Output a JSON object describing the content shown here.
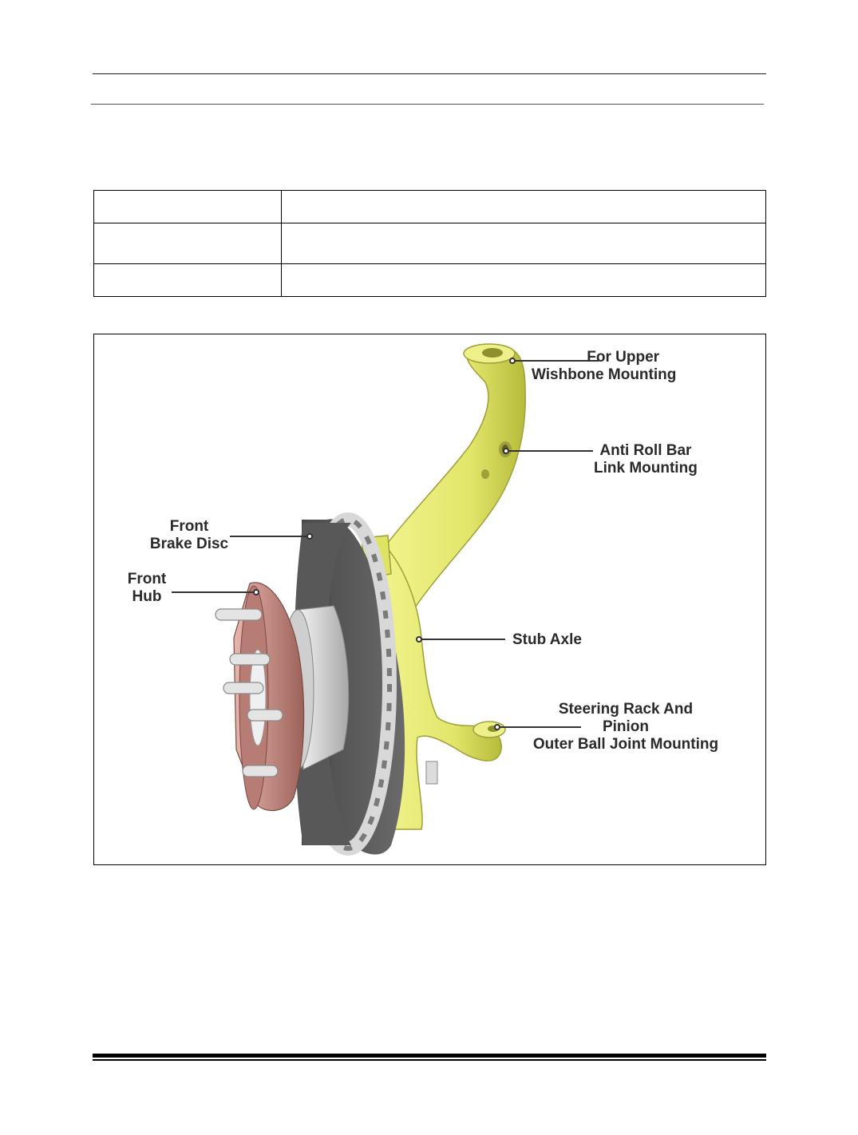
{
  "figure": {
    "labels": {
      "upper_wishbone": [
        "For Upper",
        "Wishbone Mounting"
      ],
      "anti_roll_bar": [
        "Anti Roll Bar",
        "Link Mounting"
      ],
      "brake_disc": [
        "Front",
        "Brake Disc"
      ],
      "hub": [
        "Front",
        "Hub"
      ],
      "stub_axle": "Stub Axle",
      "steering_rack": [
        "Steering Rack And",
        "Pinion",
        "Outer Ball Joint Mounting"
      ]
    },
    "colors": {
      "knuckle": "#e6ea6e",
      "knuckle_shadow": "#b9bd3e",
      "disc_face": "#555555",
      "disc_edge": "#d8d8d8",
      "hub": "#c9928a",
      "hub_dark": "#8e5a52",
      "studs": "#e2e2e2"
    }
  }
}
